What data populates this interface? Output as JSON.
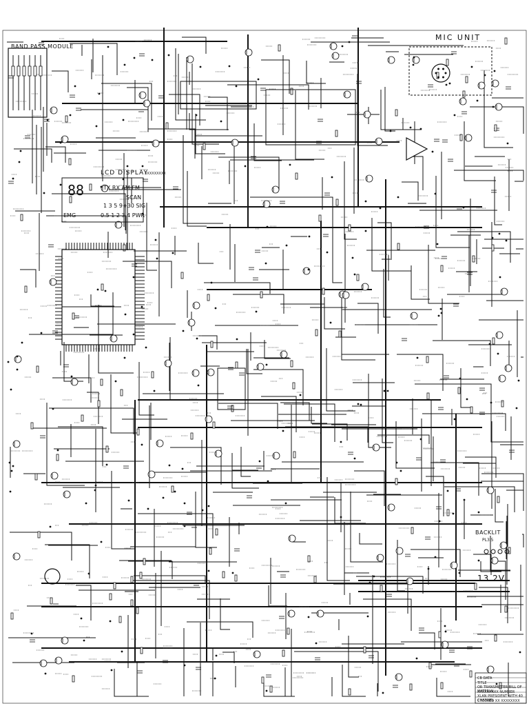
{
  "document": {
    "type": "electronic schematic diagram",
    "sections": {
      "band_pass_module": "BAND PASS MODULE",
      "mic_unit": "MIC UNIT",
      "lcd_display": "LCD DISPLAY",
      "lcd_display_note": "XXXXXXXXX",
      "backlit": "BACKLIT",
      "backlit_sub": "PL3.5",
      "supply_voltage": "13.2V"
    },
    "lcd_segments": {
      "digits": "88",
      "row1": "TX  RX  AM  FM",
      "row2": "SCAN",
      "row3": "1  3  5  9+30  SIG",
      "row4_left": "EMG",
      "row4_right": "0.5  1  2  3  4  PWR"
    },
    "title_block": {
      "line1": "CB DATA",
      "line2": "TITLE",
      "line3": "OR TRANSMITTER BILL OF MATERIAL",
      "line4": "XXXXXXXXX NUMBER",
      "line5": "XLAN PRESIDENT WITH 40 CHANNEL",
      "line6": "CHECKED  XX  XXXXXXXX"
    }
  }
}
